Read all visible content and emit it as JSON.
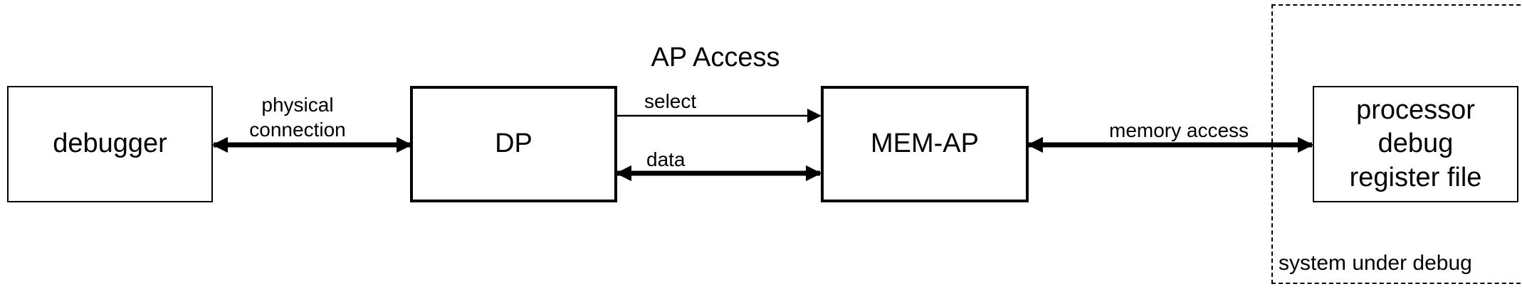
{
  "blocks": {
    "debugger": "debugger",
    "dp": "DP",
    "mem_ap": "MEM-AP",
    "register_file": "processor\ndebug\nregister file"
  },
  "labels": {
    "physical_connection": "physical\nconnection",
    "ap_access": "AP Access",
    "select": "select",
    "data": "data",
    "memory_access": "memory access",
    "system_under_debug": "system under debug"
  },
  "colors": {
    "line": "#000000",
    "background": "#ffffff"
  }
}
